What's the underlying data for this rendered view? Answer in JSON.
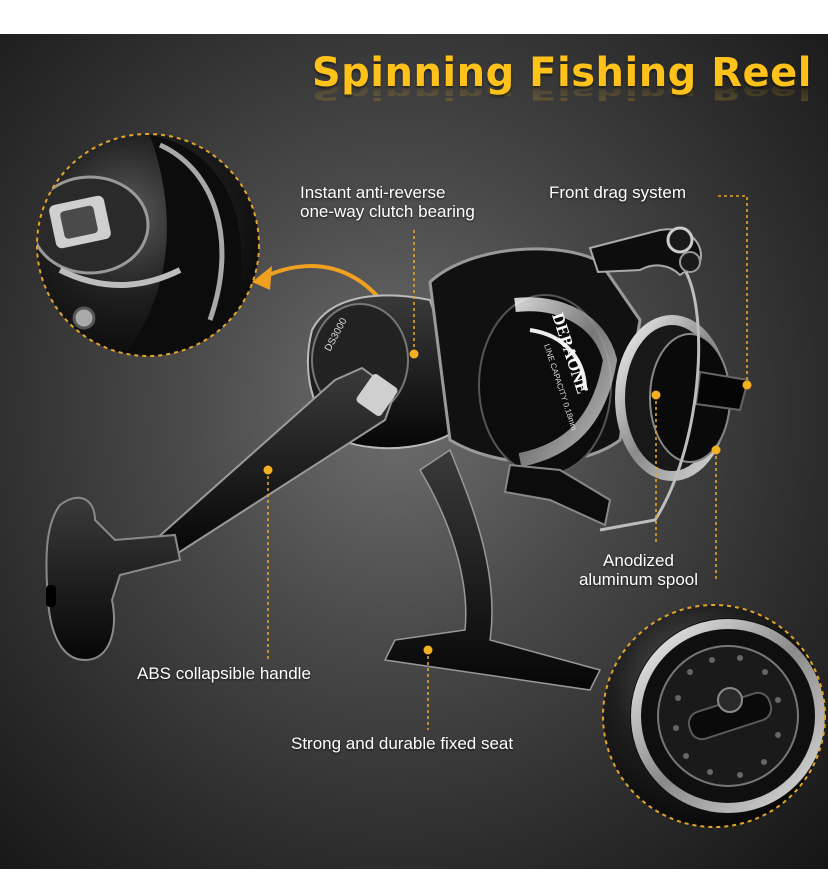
{
  "title": "Spinning Fishing Reel",
  "reel_brand": "DEBAONE",
  "reel_model": "DS3000",
  "reel_capacity": "LINE CAPACITY 0.18mm",
  "callouts": {
    "anti_reverse_line1": "Instant anti-reverse",
    "anti_reverse_line2": "one-way clutch bearing",
    "front_drag": "Front drag system",
    "spool_line1": "Anodized",
    "spool_line2": "aluminum spool",
    "handle": "ABS collapsible handle",
    "seat": "Strong and durable fixed seat"
  },
  "colors": {
    "accent": "#ffc21a",
    "arrow": "#f0a020",
    "text": "#ffffff"
  }
}
